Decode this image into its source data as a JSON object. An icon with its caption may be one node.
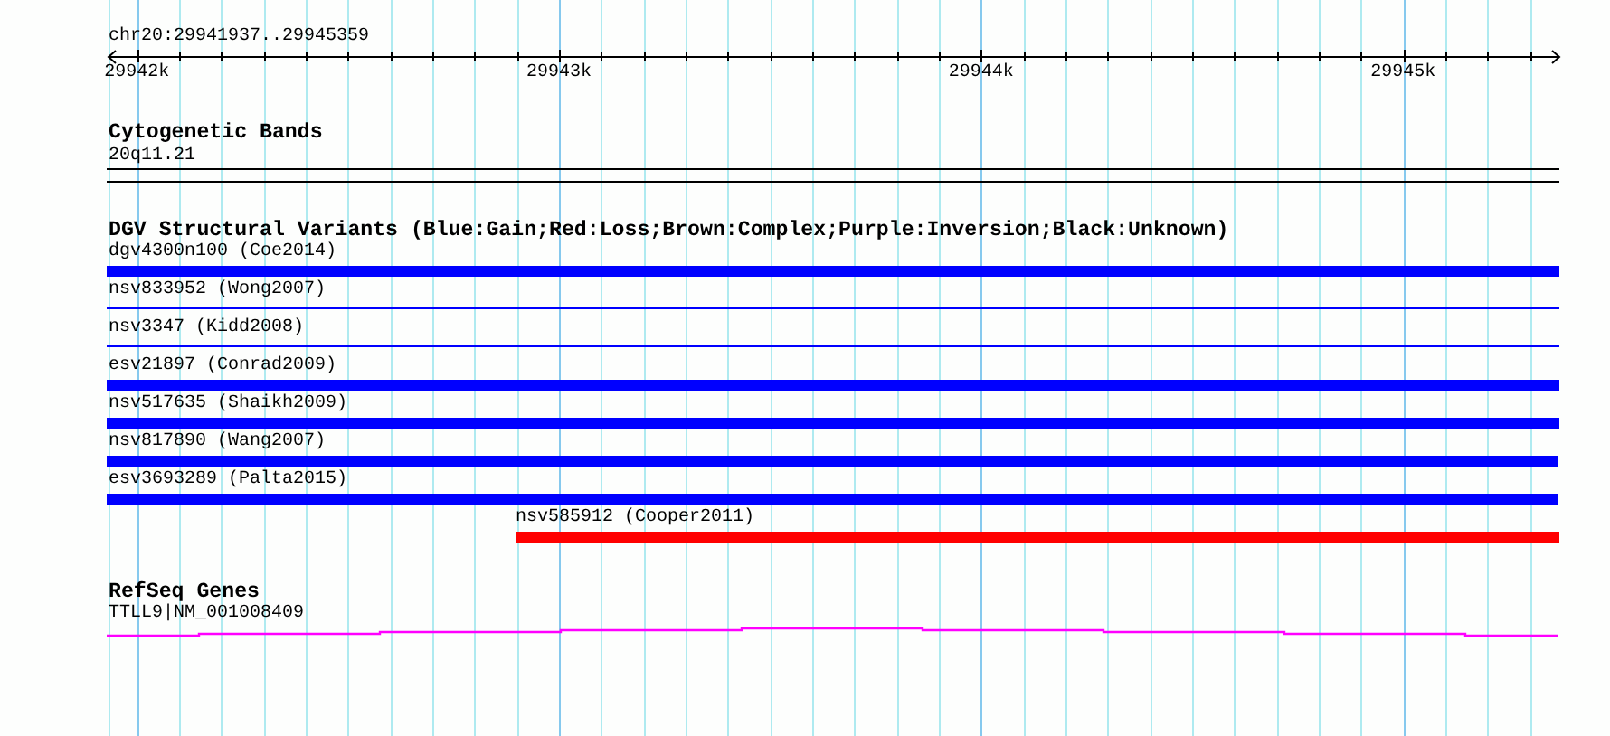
{
  "diagram": {
    "nodes": [
      {
        "text": [
          "20q11.21"
        ]
      },
      {
        "text": [
          "dgv4300n100 (Coe2014)"
        ]
      },
      {
        "text": [
          "nsv833952 (Wong2007)"
        ]
      },
      {
        "text": [
          "nsv3347 (Kidd2008)"
        ]
      },
      {
        "text": [
          "esv21897 (Conrad2009)"
        ]
      },
      {
        "text": [
          "nsv517635 (Shaikh2009)"
        ]
      },
      {
        "text": [
          "nsv817890 (Wang2007)"
        ]
      },
      {
        "text": [
          "esv3693289 (Palta2015)"
        ]
      },
      {
        "text": [
          "nsv585912 (Cooper2011)"
        ]
      },
      {
        "text": [
          "TTLL9|NM_001008409"
        ]
      }
    ],
    "labels": [
      "chr20:29941937..29945359",
      "29942k",
      "29943k",
      "29944k",
      "29945k",
      "Cytogenetic Bands",
      "DGV Structural Variants (Blue:Gain;Red:Loss;Brown:Complex;Purple:Inversion;Black:Unknown)",
      "RefSeq Genes"
    ]
  }
}
